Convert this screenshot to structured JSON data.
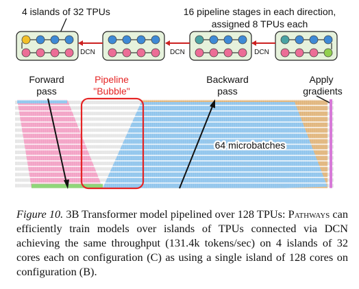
{
  "top_labels": {
    "islands": "4 islands of 32 TPUs",
    "stages_line1": "16 pipeline stages in each direction,",
    "stages_line2": "assigned 8 TPUs each"
  },
  "dcn_labels": [
    "DCN",
    "DCN",
    "DCN"
  ],
  "phase_labels": {
    "forward_line1": "Forward",
    "forward_line2": "pass",
    "bubble_line1": "Pipeline",
    "bubble_line2": "\"Bubble\"",
    "backward_line1": "Backward",
    "backward_line2": "pass",
    "apply_line1": "Apply",
    "apply_line2": "gradients",
    "microbatches": "64 microbatches"
  },
  "colors": {
    "island_fill": "#e6f2dc",
    "node_blue": "#3e8ad6",
    "node_pink": "#ec6d96",
    "node_yellow": "#f2c028",
    "node_green": "#92d050",
    "node_teal": "#4aa3a3",
    "arrow_red": "#cc2020",
    "forward_pink": "#f2a0c4",
    "backward_blue": "#8ec4ec",
    "backward_orange": "#e0b47a",
    "bubble_box": "#e52424",
    "bottom_green": "#8fd77a",
    "apply_magenta": "#d77ad8"
  },
  "caption": {
    "fig_label": "Figure 10.",
    "text_a": " 3B Transformer model pipelined over 128 TPUs: ",
    "pathways": "Pathways",
    "text_b": " can efficiently train models over islands of TPUs connected via DCN achieving the same throughput (131.4k tokens/sec) on 4 islands of 32 cores each on configuration (C) as using a single island of 128 cores on configuration (B)."
  }
}
